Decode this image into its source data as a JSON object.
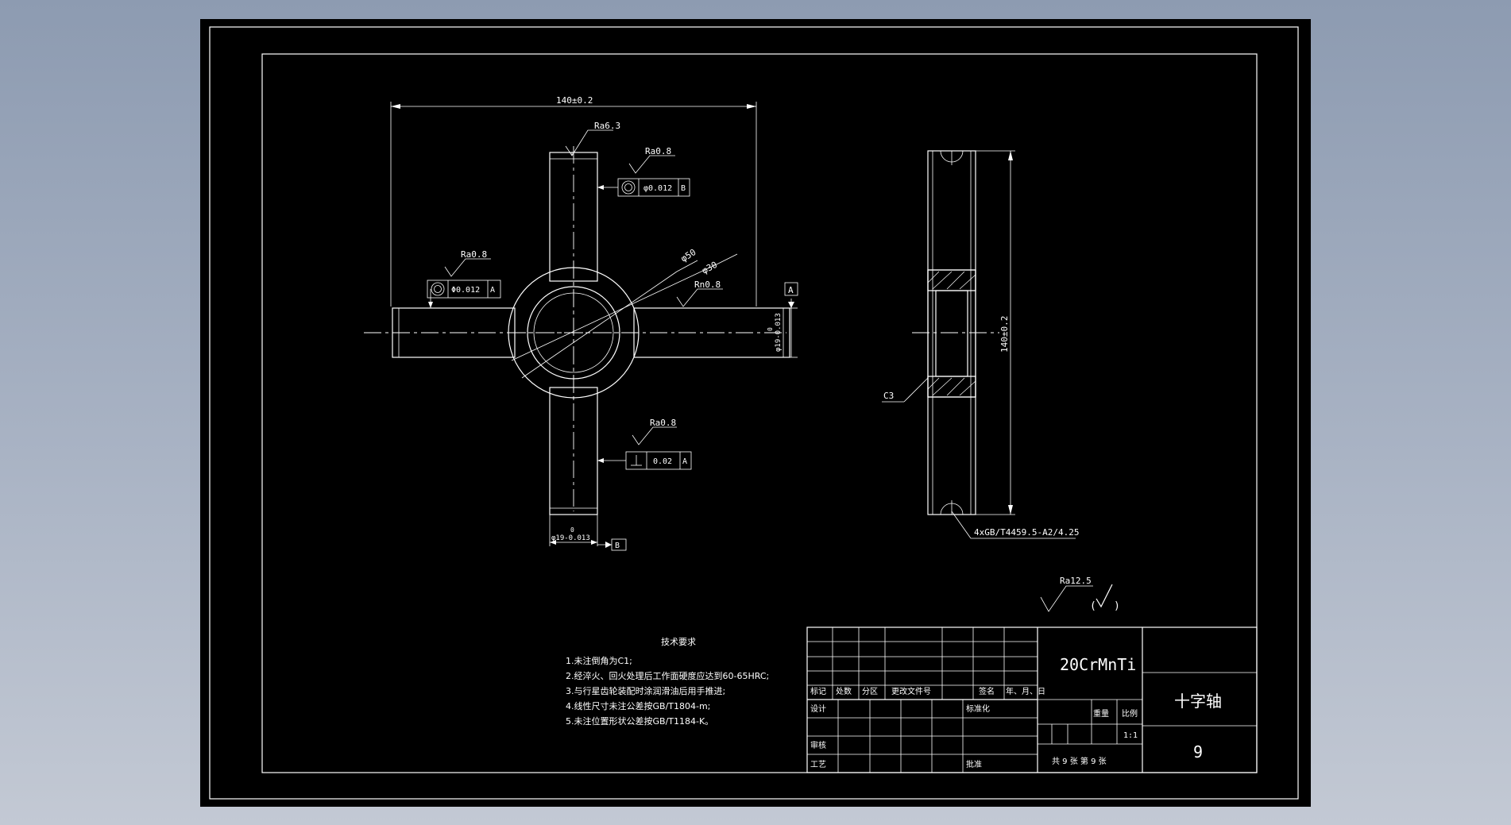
{
  "drawing": {
    "dim_overall": "140±0.2",
    "dim_overall_side": "140±0.2",
    "dia_outer": "φ50",
    "dia_inner": "φ30",
    "dia_shaft_right": "φ19-0.013",
    "dia_shaft_bottom": "φ19-0.013",
    "tol_zero": "0",
    "chamfer": "C3",
    "center_hole_note": "4xGB/T4459.5-A2/4.25",
    "roughness": {
      "top": "Ra6.3",
      "upper": "Ra0.8",
      "left": "Ra0.8",
      "right": "Rn0.8",
      "lower": "Ra0.8",
      "general": "Ra12.5"
    },
    "datums": {
      "a": "A",
      "b": "B"
    },
    "fcf": {
      "upper": {
        "value": "φ0.012",
        "datum": "B"
      },
      "left": {
        "value": "Φ0.012",
        "datum": "A"
      },
      "lower": {
        "value": "0.02",
        "datum": "A"
      }
    }
  },
  "tech_requirements": {
    "title": "技术要求",
    "items": [
      "1.未注倒角为C1;",
      "2.经淬火、回火处理后工作面硬度应达到60-65HRC;",
      "3.与行星齿轮装配时涂润滑油后用手推进;",
      "4.线性尺寸未注公差按GB/T1804-m;",
      "5.未注位置形状公差按GB/T1184-K。"
    ]
  },
  "title_block": {
    "material": "20CrMnTi",
    "part_name": "十字轴",
    "drawing_no": "9",
    "labels": {
      "mark": "标记",
      "count": "处数",
      "zone": "分区",
      "change_doc": "更改文件号",
      "signature": "签名",
      "date": "年、月、日",
      "design": "设计",
      "standardize": "标准化",
      "review": "审核",
      "process": "工艺",
      "approve": "批准",
      "weight": "重量",
      "scale": "比例"
    },
    "scale_value": "1:1",
    "sheets": "共 9 张  第 9 张"
  }
}
